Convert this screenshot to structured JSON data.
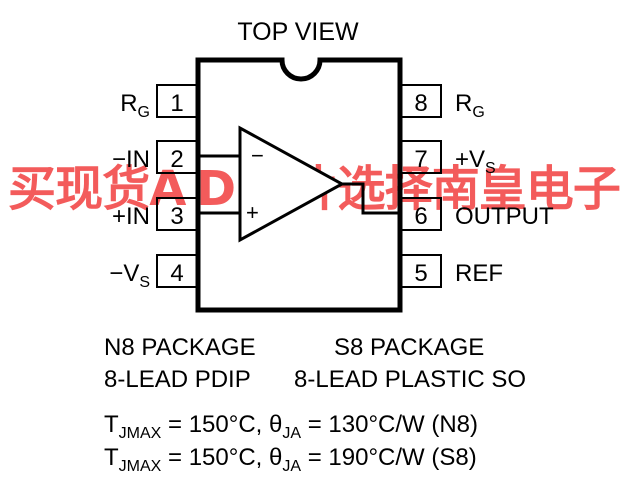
{
  "diagram": {
    "title": "TOP VIEW",
    "watermark": "买现货AD芯片选择南皇电子",
    "pins": [
      {
        "num": "1",
        "label": "R",
        "sub": "G"
      },
      {
        "num": "2",
        "label": "−IN",
        "sub": ""
      },
      {
        "num": "3",
        "label": "+IN",
        "sub": ""
      },
      {
        "num": "4",
        "label": "−V",
        "sub": "S"
      },
      {
        "num": "8",
        "label": "R",
        "sub": "G"
      },
      {
        "num": "7",
        "label": "+V",
        "sub": "S"
      },
      {
        "num": "6",
        "label": "OUTPUT",
        "sub": ""
      },
      {
        "num": "5",
        "label": "REF",
        "sub": ""
      }
    ],
    "amp_inputs": {
      "minus": "−",
      "plus": "+"
    },
    "packages": {
      "n8_name": "N8 PACKAGE",
      "n8_desc": "8-LEAD PDIP",
      "s8_name": "S8 PACKAGE",
      "s8_desc": "8-LEAD PLASTIC SO"
    },
    "thermal": [
      {
        "t": "T",
        "t_sub": "JMAX",
        "mid": " = 150°C, ",
        "theta": "θ",
        "theta_sub": "JA",
        "end": " = 130°C/W (N8)"
      },
      {
        "t": "T",
        "t_sub": "JMAX",
        "mid": " = 150°C, ",
        "theta": "θ",
        "theta_sub": "JA",
        "end": " = 190°C/W (S8)"
      }
    ],
    "colors": {
      "watermark": "#f24a4a",
      "ink": "#000000"
    }
  }
}
